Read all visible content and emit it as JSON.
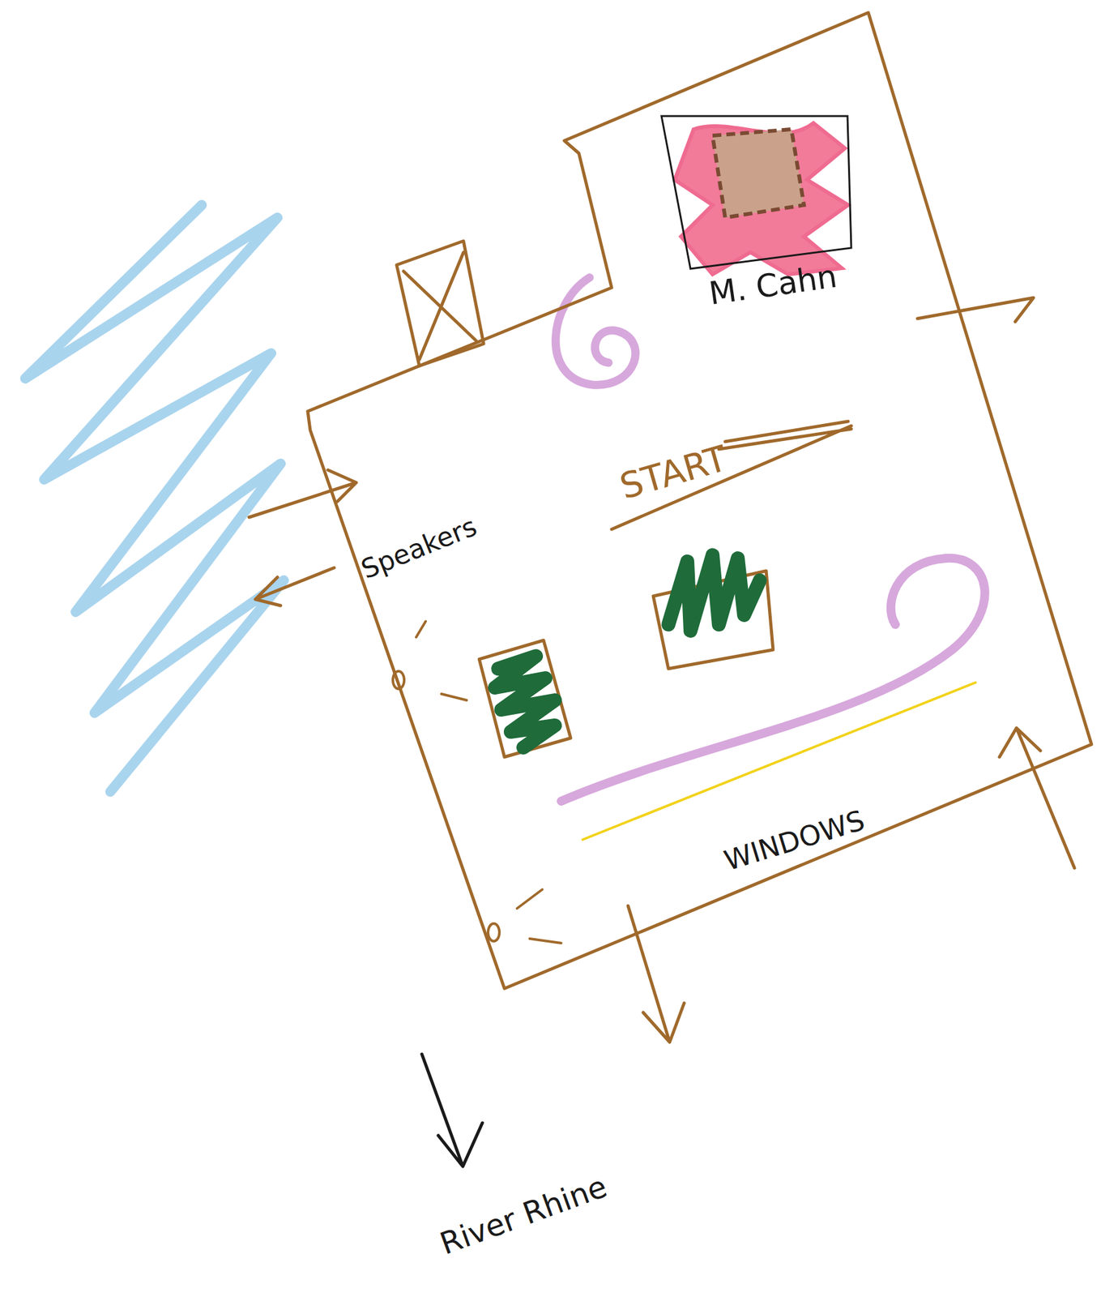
{
  "diagram": {
    "nodes": [
      {
        "text": [
          "M. Cahn"
        ]
      }
    ],
    "labels": [
      "START",
      "Speakers",
      "WINDOWS",
      "River Rhine"
    ]
  }
}
